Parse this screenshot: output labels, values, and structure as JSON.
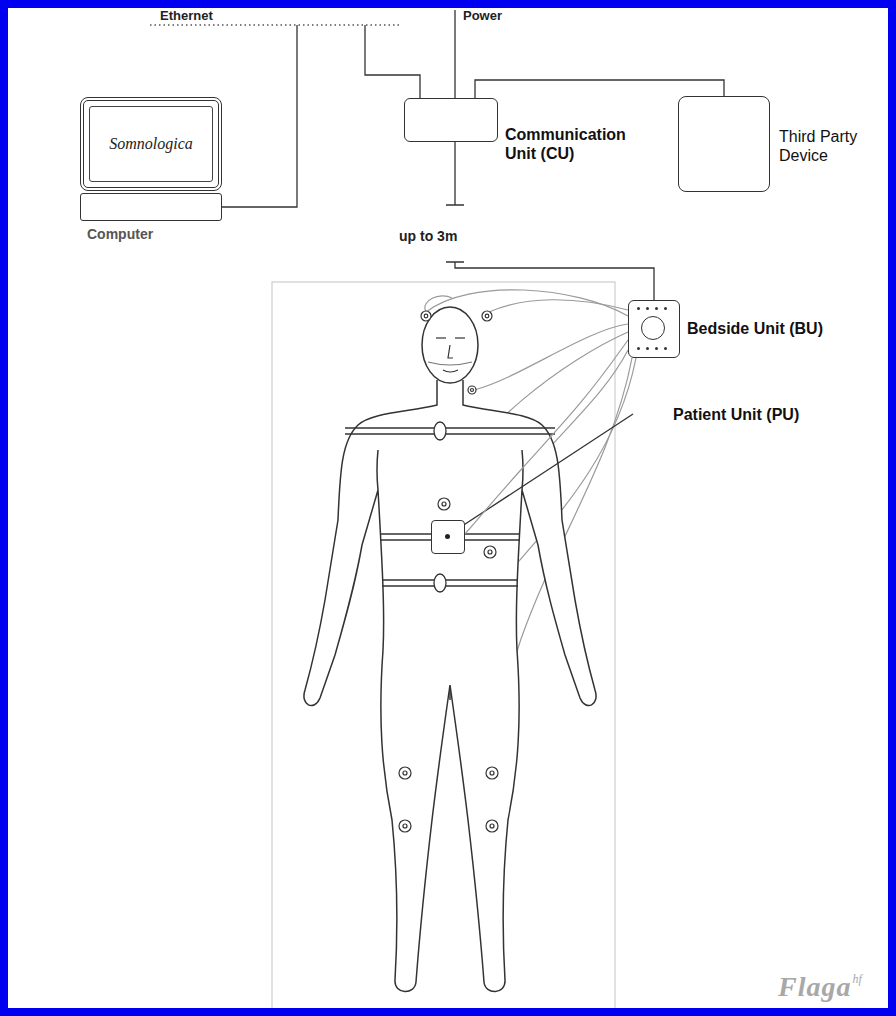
{
  "diagram": {
    "nodes": [
      {
        "text": [
          "Somnologica"
        ]
      },
      {
        "text": [
          "Computer"
        ]
      },
      {
        "text": [
          "Communication Unit (CU)"
        ]
      },
      {
        "text": [
          "Third Party Device"
        ]
      },
      {
        "text": [
          "Bedside Unit (BU)"
        ]
      },
      {
        "text": [
          "Patient Unit (PU)"
        ]
      }
    ],
    "edges": [
      {
        "from": 1,
        "to": 2,
        "arrow": "none"
      },
      {
        "from": 2,
        "to": 3,
        "arrow": "none"
      },
      {
        "from": 2,
        "to": 4,
        "label": "up to 3m",
        "arrow": "none"
      },
      {
        "from": 4,
        "to": 5,
        "arrow": "none"
      }
    ],
    "labels": [
      "Ethernet",
      "Power",
      "Flaga",
      "hf"
    ]
  }
}
